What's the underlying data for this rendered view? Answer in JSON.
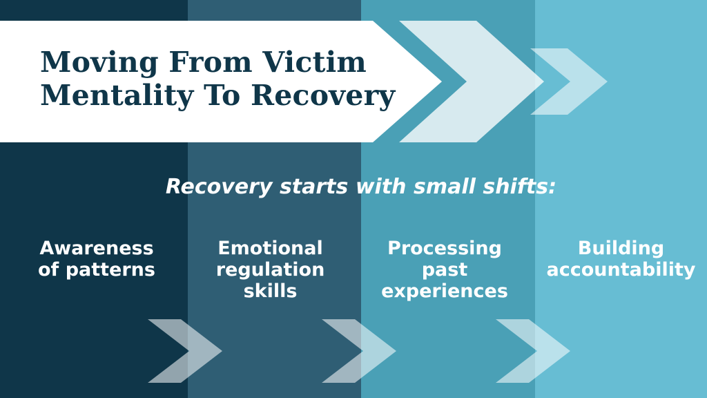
{
  "title": {
    "line1": "Moving From Victim",
    "line2": "Mentality To Recovery"
  },
  "subtitle": "Recovery starts with small shifts:",
  "steps": [
    {
      "lines": [
        "Awareness",
        "of patterns"
      ]
    },
    {
      "lines": [
        "Emotional",
        "regulation",
        "skills"
      ]
    },
    {
      "lines": [
        "Processing",
        "past",
        "experiences"
      ]
    },
    {
      "lines": [
        "Building",
        "accountability"
      ]
    }
  ],
  "colors": {
    "column_1": "#0f3649",
    "column_2": "#2f5e74",
    "column_3": "#4aa0b6",
    "column_4": "#67bdd3",
    "title_text": "#0f3649",
    "banner": "#ffffff",
    "step_text": "#ffffff"
  }
}
